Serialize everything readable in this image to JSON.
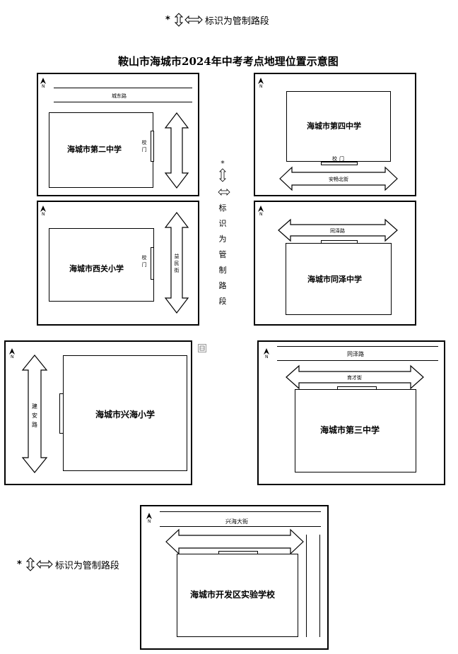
{
  "legend": {
    "star": "*",
    "text": "标识为管制路段"
  },
  "title": "鞍山市海城市2024年中考考点地理位置示意图",
  "gate_label": "校门",
  "north_label": "N",
  "center_legend": {
    "star": "*",
    "chars": [
      "标",
      "识",
      "为",
      "管",
      "制",
      "路",
      "段"
    ]
  },
  "schools": [
    {
      "name": "海城市第二中学",
      "roads": [
        "城东路"
      ]
    },
    {
      "name": "海城市第四中学",
      "roads": [
        "安畅北街"
      ]
    },
    {
      "name": "海城市西关小学",
      "roads": [
        "益民街"
      ]
    },
    {
      "name": "海城市同泽中学",
      "roads": [
        "同泽路"
      ]
    },
    {
      "name": "海城市兴海小学",
      "roads": [
        "建安路"
      ]
    },
    {
      "name": "海城市第三中学",
      "roads": [
        "同泽路",
        "育才街"
      ]
    },
    {
      "name": "海城市开发区实验学校",
      "roads": [
        "兴海大街"
      ]
    }
  ],
  "colors": {
    "ink": "#000000",
    "background": "#ffffff"
  }
}
